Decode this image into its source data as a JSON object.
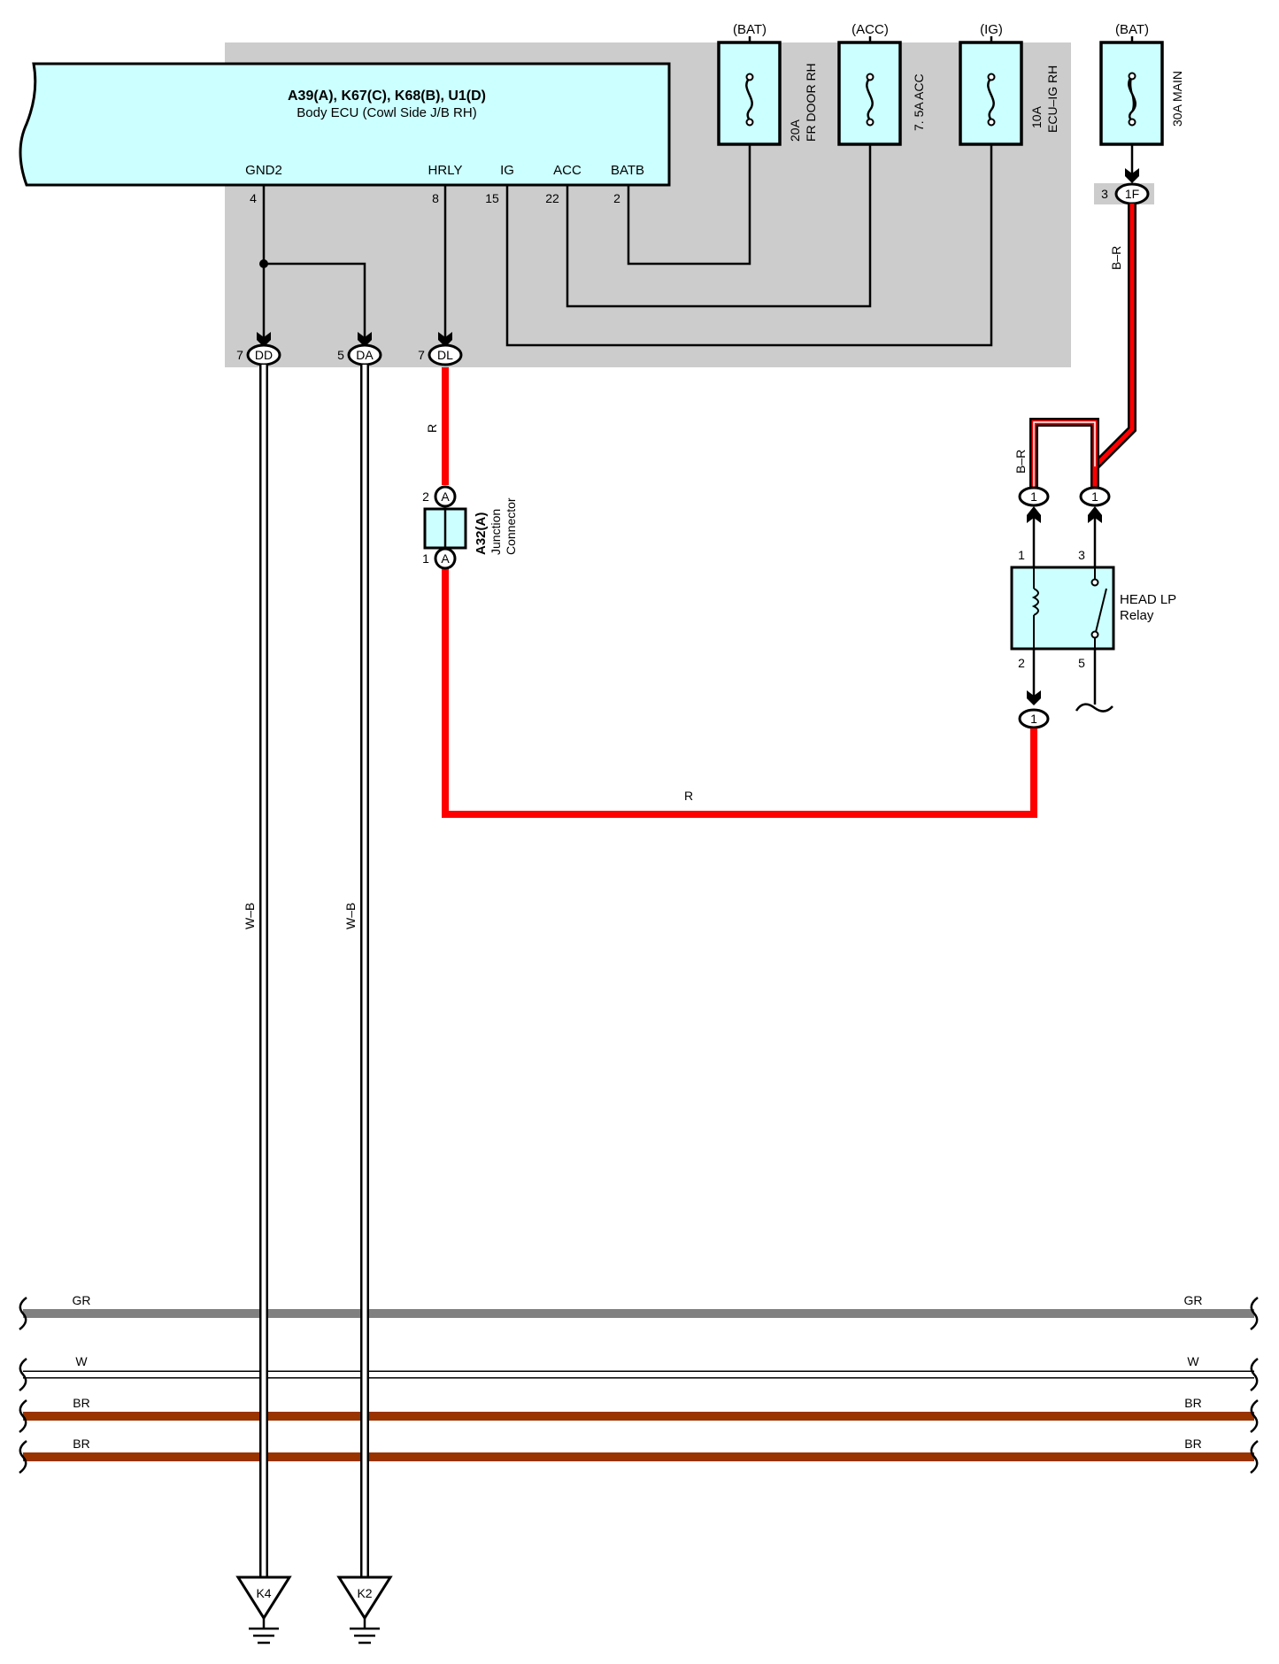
{
  "ecu": {
    "title": "A39(A), K67(C), K68(B), U1(D)",
    "subtitle": "Body ECU (Cowl Side J/B RH)",
    "pins": [
      {
        "name": "GND2",
        "number": "4"
      },
      {
        "name": "HRLY",
        "number": "8"
      },
      {
        "name": "IG",
        "number": "15"
      },
      {
        "name": "ACC",
        "number": "22"
      },
      {
        "name": "BATB",
        "number": "2"
      }
    ]
  },
  "fuses": [
    {
      "supply": "(BAT)",
      "amp": "20A",
      "name": "FR DOOR RH"
    },
    {
      "supply": "(ACC)",
      "amp": "",
      "name": "7. 5A ACC"
    },
    {
      "supply": "(IG)",
      "amp": "10A",
      "name": "ECU–IG RH"
    },
    {
      "supply": "(BAT)",
      "amp": "",
      "name": "30A MAIN"
    }
  ],
  "connectors": {
    "dd": {
      "pin": "7",
      "label": "DD"
    },
    "da": {
      "pin": "5",
      "label": "DA"
    },
    "dl": {
      "pin": "7",
      "label": "DL"
    },
    "f1": {
      "pin": "3",
      "label": "1F"
    },
    "relay_in_left": "1",
    "relay_in_right": "1",
    "relay_out": "1"
  },
  "junction": {
    "name": "A32(A)",
    "desc1": "Junction",
    "desc2": "Connector",
    "pin_top": "2",
    "pin_bottom": "1",
    "pin_label": "A"
  },
  "relay": {
    "name1": "HEAD LP",
    "name2": "Relay",
    "pins": {
      "p1": "1",
      "p3": "3",
      "p2": "2",
      "p5": "5"
    }
  },
  "wires": {
    "r_vertical": "R",
    "r_horizontal": "R",
    "br_fuse": "B–R",
    "br_relay": "B–R",
    "wb_left": "W–B",
    "wb_right": "W–B"
  },
  "buses": [
    {
      "label": "GR",
      "color": "#808080"
    },
    {
      "label": "W",
      "color": "#ffffff"
    },
    {
      "label": "BR",
      "color": "#993300"
    },
    {
      "label": "BR",
      "color": "#993300"
    }
  ],
  "grounds": [
    {
      "label": "K4"
    },
    {
      "label": "K2"
    }
  ],
  "colors": {
    "ecu_fill": "#ccffff",
    "panel_fill": "#cccccc",
    "red_wire": "#ff0000",
    "brown": "#993300",
    "gray": "#808080"
  }
}
